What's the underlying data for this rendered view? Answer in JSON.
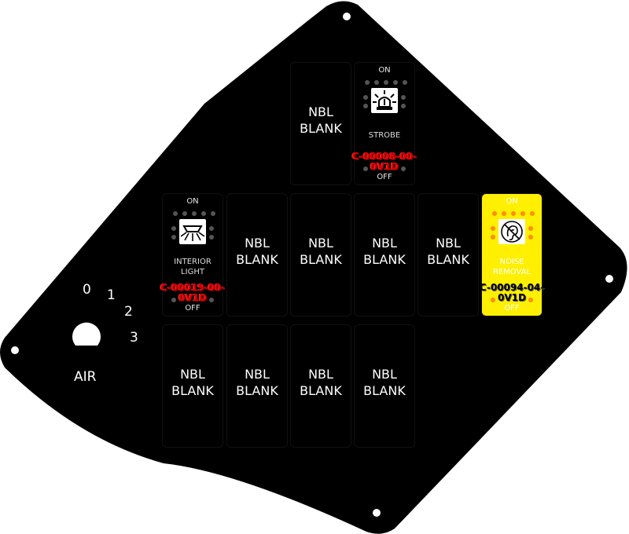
{
  "panel": {
    "knob": {
      "label": "AIR",
      "positions": [
        "0",
        "1",
        "2",
        "3"
      ]
    }
  },
  "switches": [
    {
      "id": "r1c3",
      "type": "blank",
      "lines": [
        "NBL",
        "BLANK"
      ]
    },
    {
      "id": "r1c4",
      "type": "function",
      "on": "ON",
      "off": "OFF",
      "label_lines": [
        "STROBE"
      ],
      "icon": "strobe-beacon-icon",
      "code_lines": [
        "C-00008-00-",
        "0V1D"
      ]
    },
    {
      "id": "r2c1",
      "type": "function",
      "on": "ON",
      "off": "OFF",
      "label_lines": [
        "INTERIOR",
        "LIGHT"
      ],
      "icon": "dome-light-icon",
      "code_lines": [
        "C-00019-00-",
        "0V1D"
      ]
    },
    {
      "id": "r2c2",
      "type": "blank",
      "lines": [
        "NBL",
        "BLANK"
      ]
    },
    {
      "id": "r2c3",
      "type": "blank",
      "lines": [
        "NBL",
        "BLANK"
      ]
    },
    {
      "id": "r2c4",
      "type": "blank",
      "lines": [
        "NBL",
        "BLANK"
      ]
    },
    {
      "id": "r2c5",
      "type": "blank",
      "lines": [
        "NBL",
        "BLANK"
      ]
    },
    {
      "id": "r2c6",
      "type": "function",
      "on": "ON",
      "off": "OFF",
      "label_lines": [
        "NOISE",
        "REMOVAL"
      ],
      "icon": "ear-noise-icon",
      "code_lines": [
        "C-00094-04-",
        "0V1D"
      ],
      "highlight_color": "#ffef00"
    },
    {
      "id": "r3c1",
      "type": "blank",
      "lines": [
        "NBL",
        "BLANK"
      ]
    },
    {
      "id": "r3c2",
      "type": "blank",
      "lines": [
        "NBL",
        "BLANK"
      ]
    },
    {
      "id": "r3c3",
      "type": "blank",
      "lines": [
        "NBL",
        "BLANK"
      ]
    },
    {
      "id": "r3c4",
      "type": "blank",
      "lines": [
        "NBL",
        "BLANK"
      ]
    }
  ],
  "colors": {
    "panel": "#000000",
    "code_text": "#e00000",
    "highlight": "#ffef00",
    "led_highlight": "#ff8c00"
  }
}
